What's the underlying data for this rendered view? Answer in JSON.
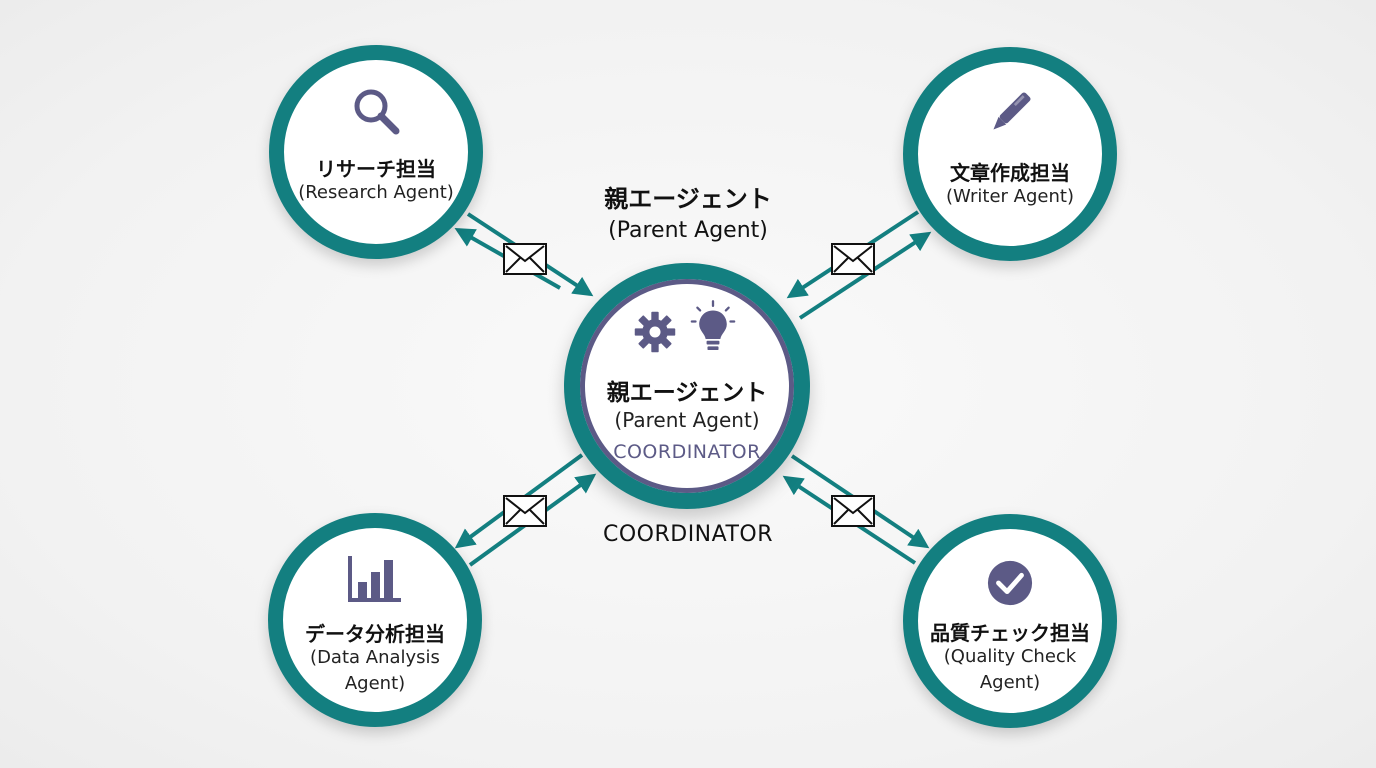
{
  "center": {
    "title_jp": "親エージェント",
    "title_en": "(Parent Agent)",
    "role": "COORDINATOR",
    "icons": [
      "gear-icon",
      "lightbulb-icon"
    ]
  },
  "header_label": {
    "title_jp": "親エージェント",
    "title_en": "(Parent Agent)"
  },
  "footer_label": "COORDINATOR",
  "agents": [
    {
      "id": "research",
      "title_jp": "リサーチ担当",
      "title_en": "(Research Agent)",
      "icon": "magnifier-icon"
    },
    {
      "id": "writer",
      "title_jp": "文章作成担当",
      "title_en": "(Writer Agent)",
      "icon": "pen-icon"
    },
    {
      "id": "data",
      "title_jp": "データ分析担当",
      "title_en": "(Data Analysis Agent)",
      "icon": "bar-chart-icon"
    },
    {
      "id": "quality",
      "title_jp": "品質チェック担当",
      "title_en": "(Quality Check Agent)",
      "icon": "check-circle-icon"
    }
  ],
  "colors": {
    "ring": "#137f80",
    "accent": "#5c5a86",
    "arrow": "#137f80"
  },
  "links": [
    {
      "from": "center",
      "to": "research",
      "message_icon": "envelope-icon"
    },
    {
      "from": "center",
      "to": "writer",
      "message_icon": "envelope-icon"
    },
    {
      "from": "center",
      "to": "data",
      "message_icon": "envelope-icon"
    },
    {
      "from": "center",
      "to": "quality",
      "message_icon": "envelope-icon"
    }
  ]
}
